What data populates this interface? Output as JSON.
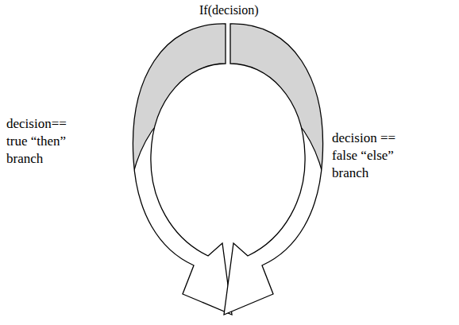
{
  "diagram": {
    "labels": [
      "If(decision)",
      "decision== true “then” branch",
      "decision == false “else” branch"
    ]
  }
}
